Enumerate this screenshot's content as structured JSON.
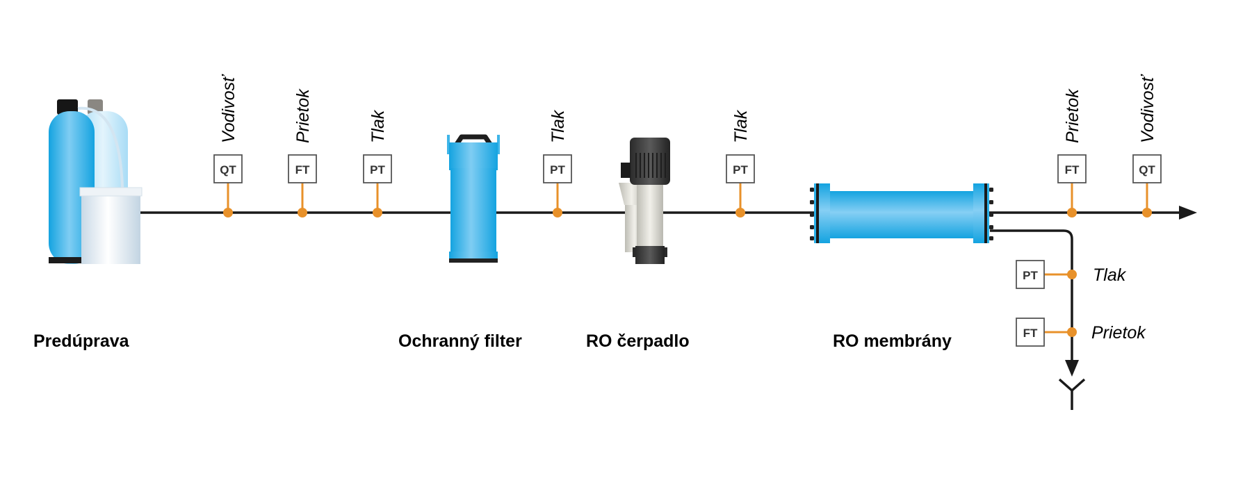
{
  "diagram": {
    "title": "RO water treatment process diagram",
    "colors": {
      "pipe": "#1a1a1a",
      "instrument_tap": "#e8912a",
      "equipment_blue": "#29b0e8",
      "equipment_light_blue": "#86cdf2"
    },
    "units": [
      {
        "id": "pretreatment",
        "label": "Predúprava",
        "icon": "water-softener-icon"
      },
      {
        "id": "guard_filter",
        "label": "Ochranný filter",
        "icon": "cartridge-filter-icon"
      },
      {
        "id": "ro_pump",
        "label": "RO čerpadlo",
        "icon": "vertical-pump-icon"
      },
      {
        "id": "ro_membranes",
        "label": "RO membrány",
        "icon": "membrane-housing-icon"
      }
    ],
    "instruments": [
      {
        "tag": "QT",
        "label": "Vodivosť",
        "line": "feed"
      },
      {
        "tag": "FT",
        "label": "Prietok",
        "line": "feed"
      },
      {
        "tag": "PT",
        "label": "Tlak",
        "line": "feed"
      },
      {
        "tag": "PT",
        "label": "Tlak",
        "line": "after-filter"
      },
      {
        "tag": "PT",
        "label": "Tlak",
        "line": "after-pump"
      },
      {
        "tag": "FT",
        "label": "Prietok",
        "line": "permeate"
      },
      {
        "tag": "QT",
        "label": "Vodivosť",
        "line": "permeate"
      },
      {
        "tag": "PT",
        "label": "Tlak",
        "line": "concentrate"
      },
      {
        "tag": "FT",
        "label": "Prietok",
        "line": "concentrate"
      }
    ],
    "flow": {
      "permeate_outlet": "arrow-right",
      "concentrate_outlet": "drain"
    }
  }
}
